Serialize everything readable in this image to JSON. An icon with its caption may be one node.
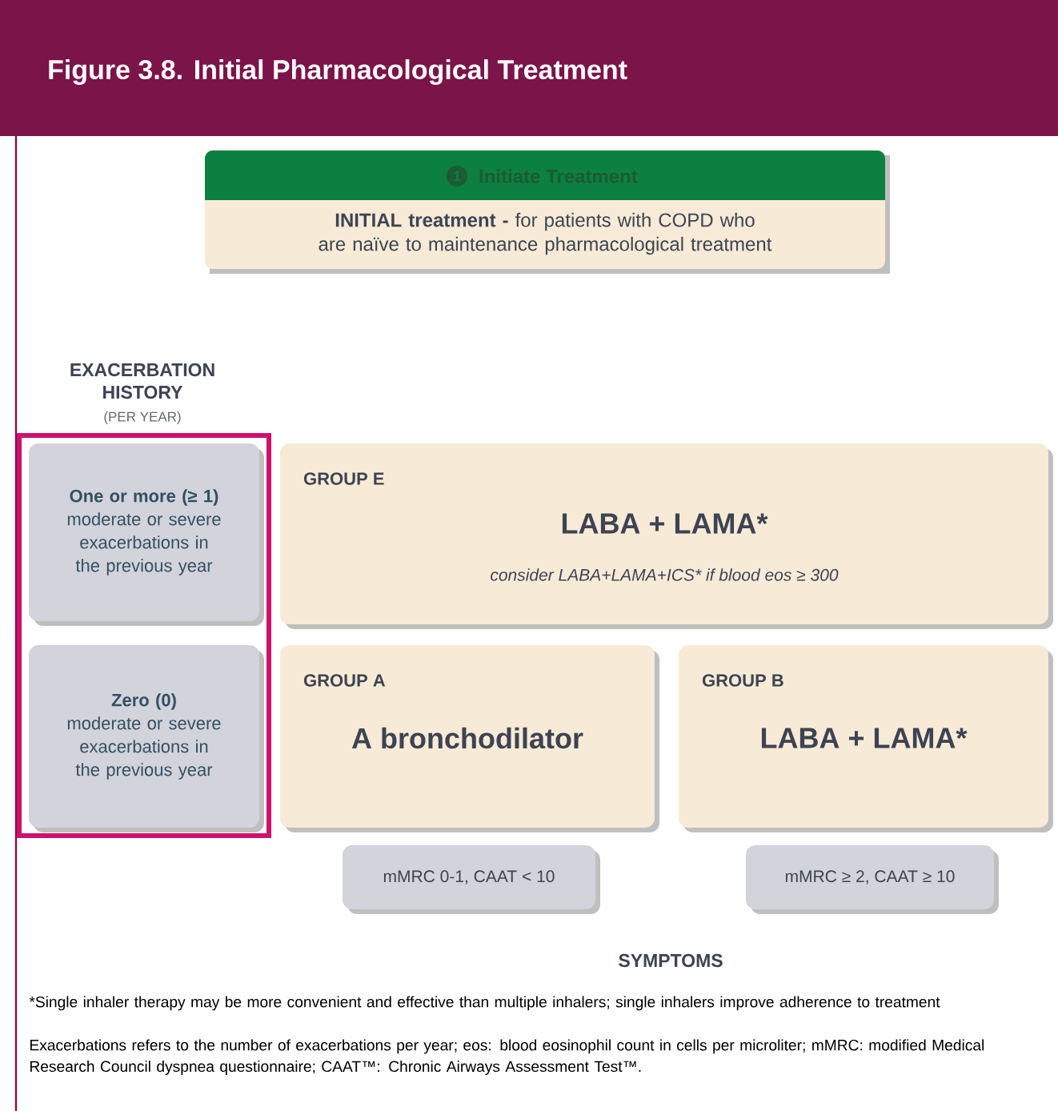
{
  "diagram": {
    "title": "Figure 3.8. Initial Pharmacological Treatment",
    "nodes": [
      {
        "text": [
          "1",
          "Initiate Treatment",
          "**INITIAL treatment -** for patients with COPD who are naïve to maintenance pharmacological treatment"
        ]
      },
      {
        "text": [],
        "shape": "box"
      },
      {
        "text": [
          "One or more (≥ 1)",
          "moderate or severe exacerbations in the previous year"
        ],
        "in": 1
      },
      {
        "text": [
          "Zero (0)",
          "moderate or severe exacerbations in the previous year"
        ],
        "in": 1
      },
      {
        "text": [
          "GROUP E",
          "LABA + LAMA*",
          "consider LABA+LAMA+ICS* if blood eos ≥ 300"
        ]
      },
      {
        "text": [
          "GROUP A",
          "A bronchodilator"
        ]
      },
      {
        "text": [
          "GROUP B",
          "LABA + LAMA*"
        ]
      },
      {
        "text": [
          "mMRC 0-1, CAAT < 10"
        ]
      },
      {
        "text": [
          "mMRC ≥ 2, CAAT ≥ 10"
        ]
      }
    ],
    "labels": [
      "EXACERBATION HISTORY",
      "(PER YEAR)",
      "SYMPTOMS",
      "*Single inhaler therapy may be more convenient and effective than multiple inhalers; single inhalers improve adherence to treatment",
      "Exacerbations refers to the number of exacerbations per year; eos: blood eosinophil count in cells per microliter; mMRC: modified Medical Research Council dyspnea questionnaire; CAAT™: Chronic Airways Assessment Test™."
    ]
  }
}
